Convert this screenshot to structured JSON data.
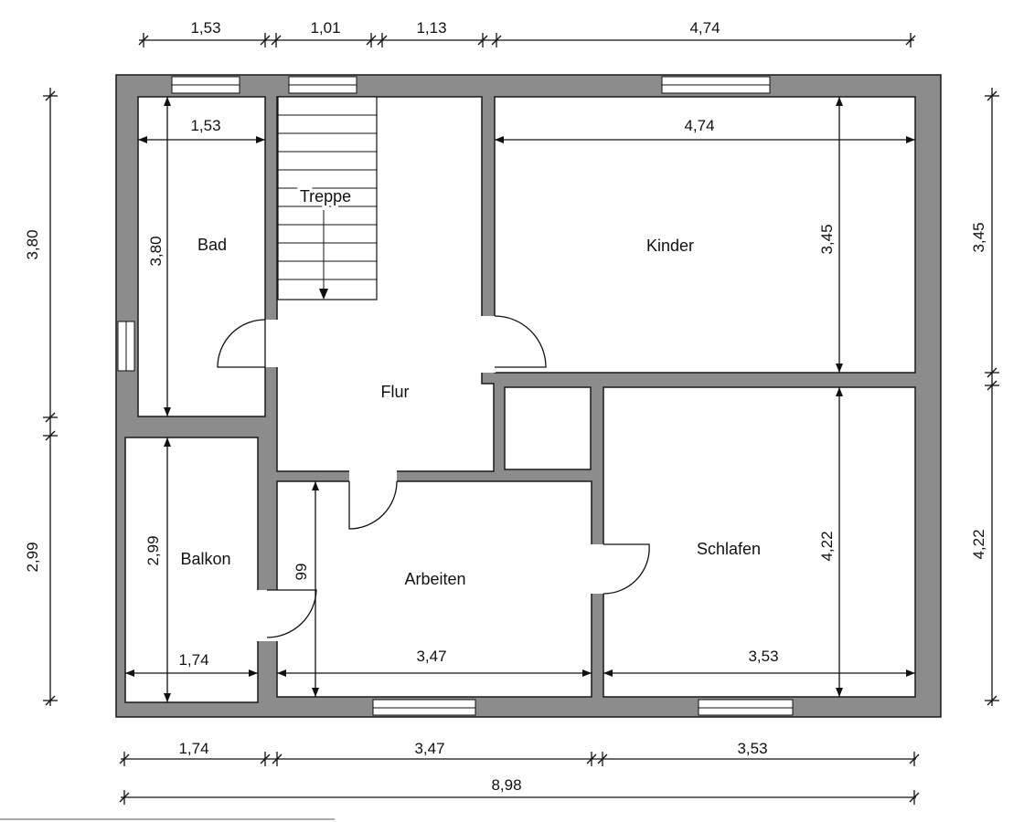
{
  "rooms": {
    "bad": "Bad",
    "treppe": "Treppe",
    "kinder": "Kinder",
    "flur": "Flur",
    "balkon": "Balkon",
    "arbeiten": "Arbeiten",
    "schlafen": "Schlafen"
  },
  "top_dims": [
    "1,53",
    "1,01",
    "1,13",
    "4,74"
  ],
  "bottom_dims": [
    "1,74",
    "3,47",
    "3,53"
  ],
  "total_width": "8,98",
  "left_dims": [
    "3,80",
    "2,99"
  ],
  "right_dims": [
    "3,45",
    "4,22"
  ],
  "inner_dims": {
    "bad_width": "1,53",
    "bad_height": "3,80",
    "kinder_width": "4,74",
    "kinder_height": "3,45",
    "balkon_height": "2,99",
    "balkon_width": "1,74",
    "arbeiten_height": "99",
    "arbeiten_width": "3,47",
    "schlafen_width": "3,53",
    "schlafen_height": "4,22"
  }
}
